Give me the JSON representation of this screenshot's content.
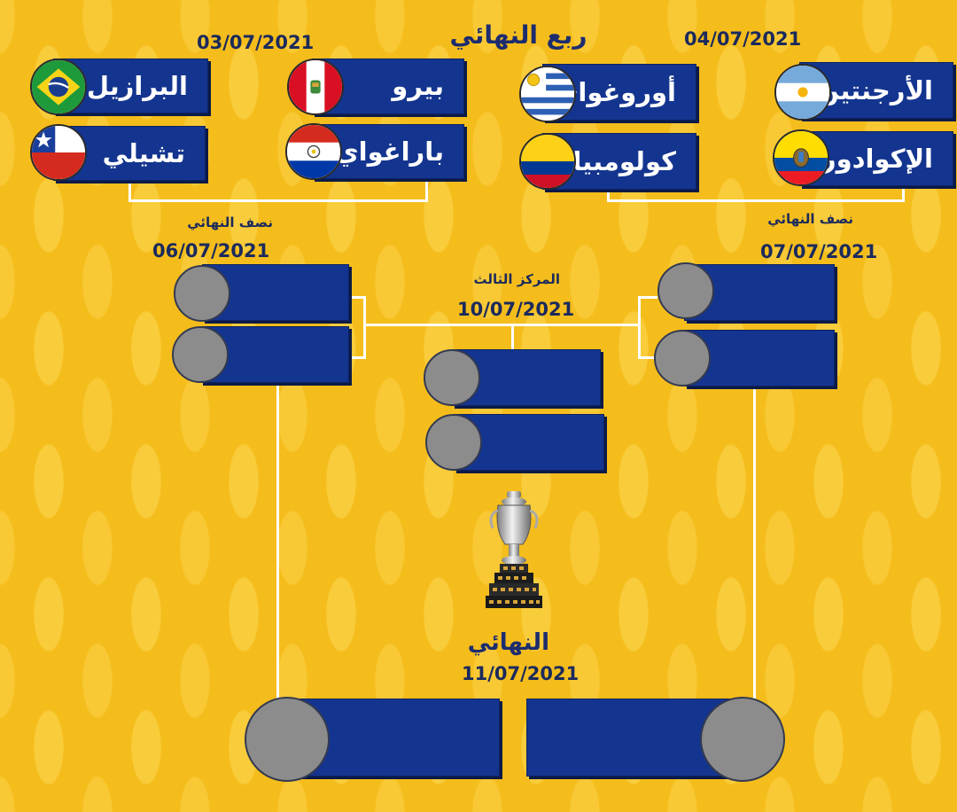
{
  "header": {
    "title": "ربع النهائي",
    "date_left": "03/07/2021",
    "date_right": "04/07/2021"
  },
  "quarterfinals": {
    "brazil": "البرازيل",
    "chile": "تشيلي",
    "peru": "بيرو",
    "paraguay": "باراغواي",
    "uruguay": "أوروغواي",
    "colombia": "كولومبيا",
    "argentina": "الأرجنتين",
    "ecuador": "الإكوادور"
  },
  "semifinal_left": {
    "label": "نصف النهائي",
    "date": "06/07/2021"
  },
  "semifinal_right": {
    "label": "نصف النهائي",
    "date": "07/07/2021"
  },
  "third_place": {
    "label": "المركز الثالث",
    "date": "10/07/2021"
  },
  "final": {
    "label": "النهائي",
    "date": "11/07/2021"
  },
  "colors": {
    "background": "#f5bd1c",
    "box": "#14358f",
    "text_dark": "#1d2c6e",
    "connector": "#ffffff",
    "placeholder": "#8c8c8c"
  },
  "icons": {
    "flags": [
      "brazil-flag-icon",
      "chile-flag-icon",
      "peru-flag-icon",
      "paraguay-flag-icon",
      "uruguay-flag-icon",
      "colombia-flag-icon",
      "argentina-flag-icon",
      "ecuador-flag-icon"
    ],
    "trophy": "copa-america-trophy-icon"
  }
}
